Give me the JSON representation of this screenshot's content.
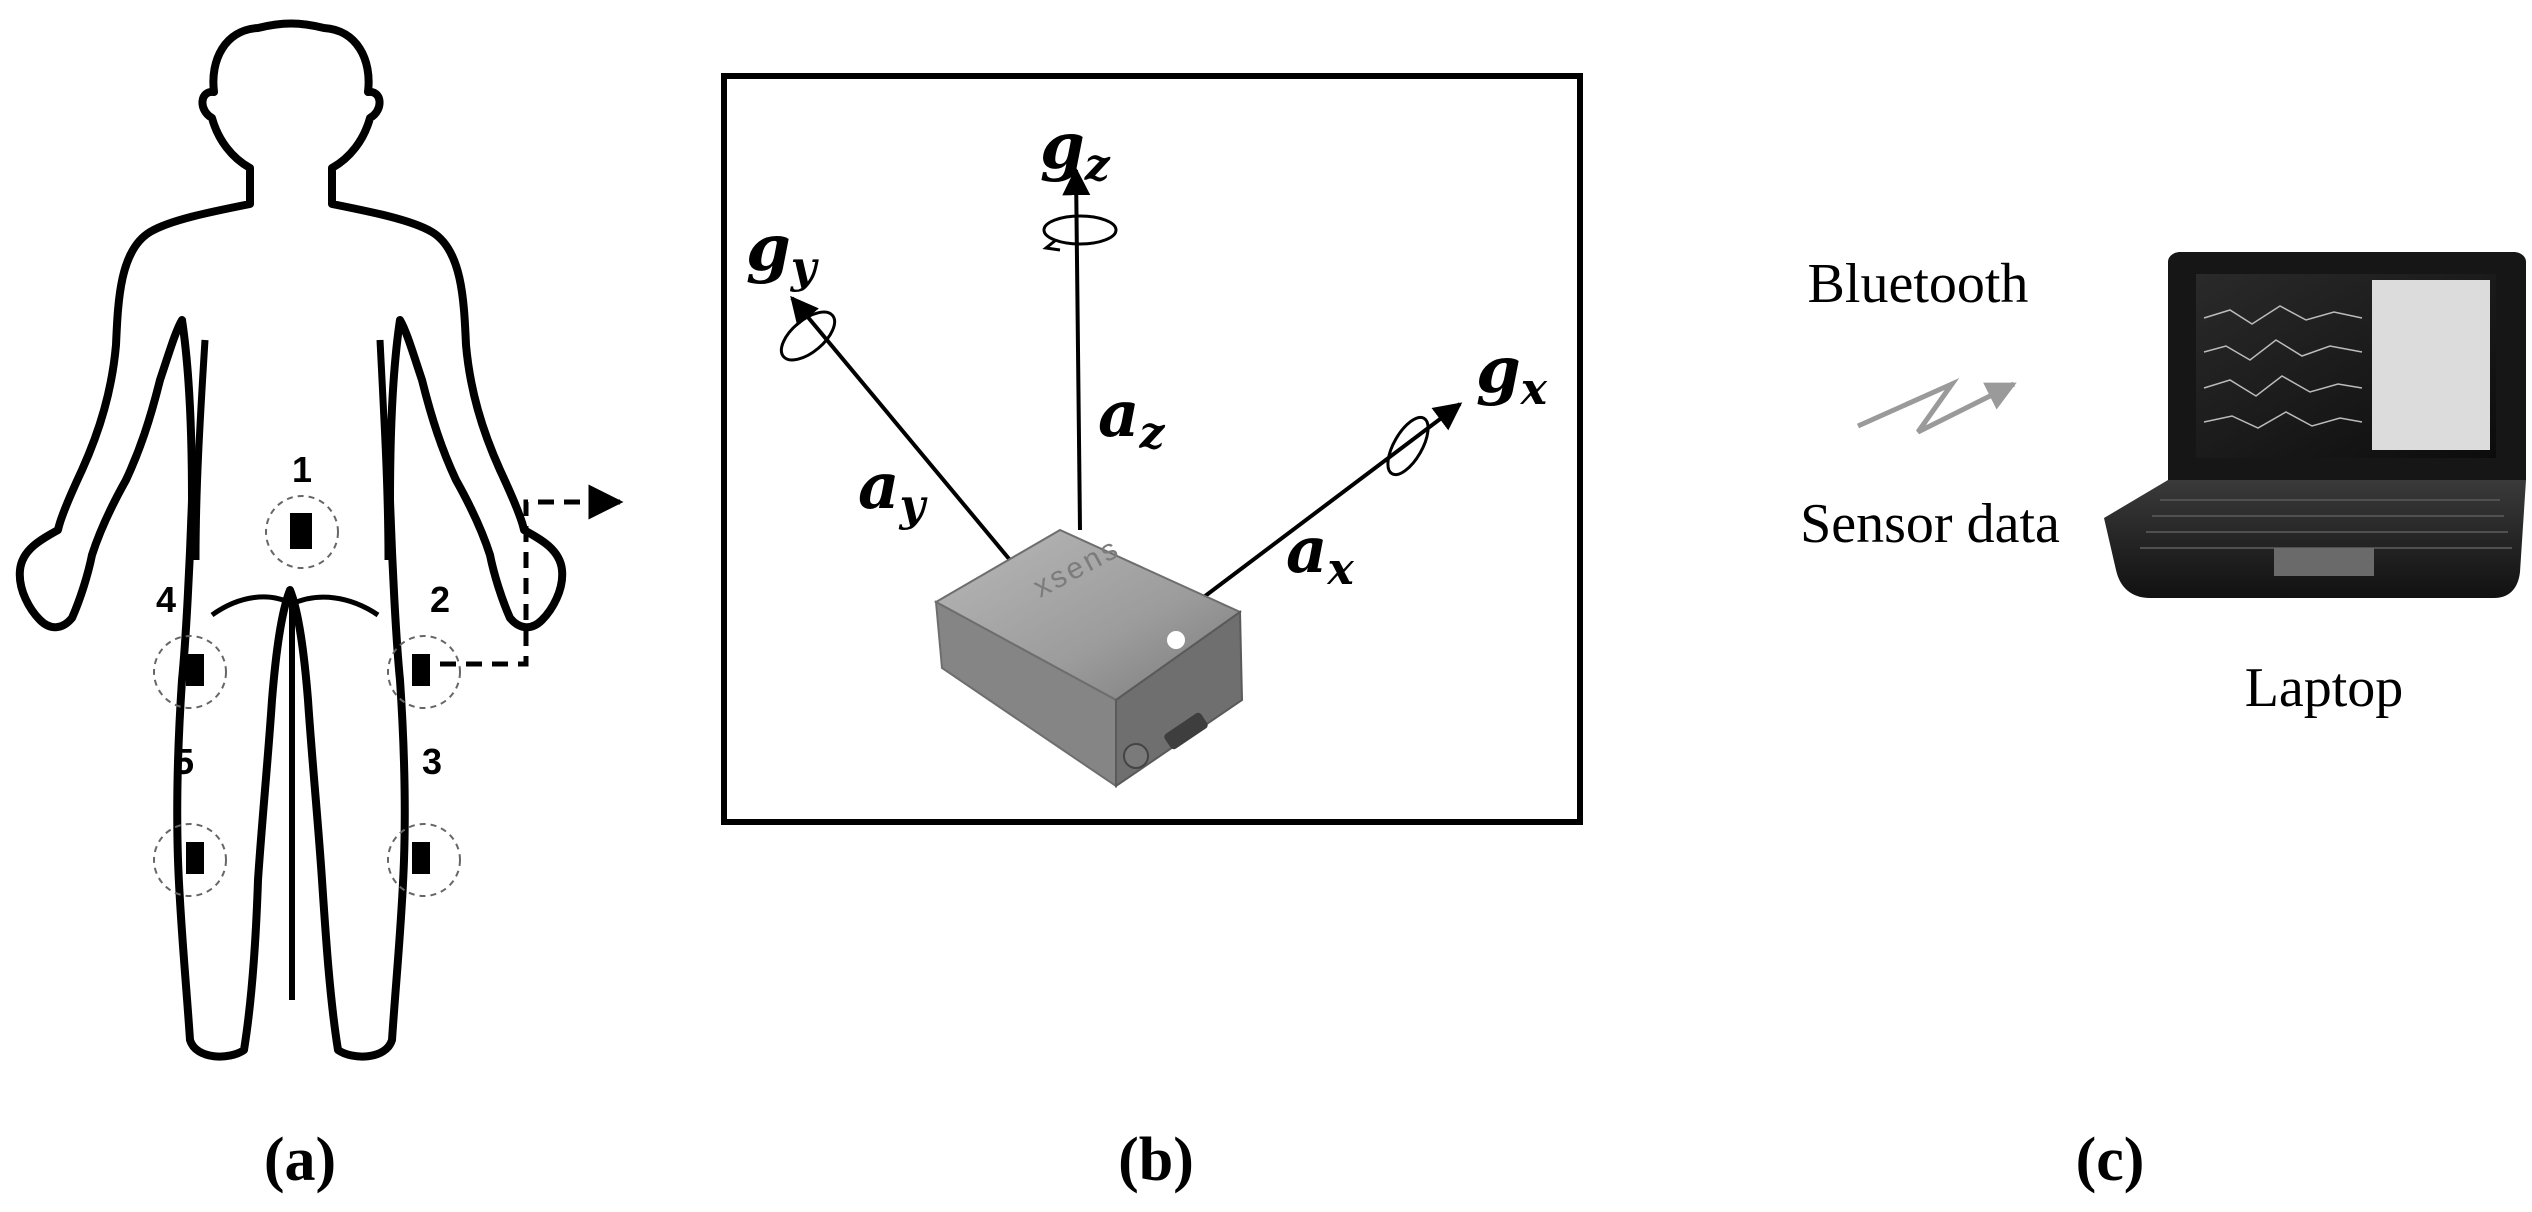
{
  "panel_a": {
    "caption": "(a)",
    "sensor_numbers": [
      "1",
      "2",
      "3",
      "4",
      "5"
    ]
  },
  "panel_b": {
    "caption": "(b)",
    "axes": {
      "gz": {
        "base": "g",
        "sub": "z"
      },
      "gy": {
        "base": "g",
        "sub": "y"
      },
      "gx": {
        "base": "g",
        "sub": "x"
      },
      "az": {
        "base": "a",
        "sub": "z"
      },
      "ay": {
        "base": "a",
        "sub": "y"
      },
      "ax": {
        "base": "a",
        "sub": "x"
      }
    },
    "device_brand": "xsens"
  },
  "panel_c": {
    "caption": "(c)",
    "bluetooth_label": "Bluetooth",
    "sensor_data_label": "Sensor data",
    "laptop_label": "Laptop"
  },
  "colors": {
    "line": "#000000",
    "device_gray": "#9a9a9a",
    "signal_gray": "#9a9a9a"
  }
}
